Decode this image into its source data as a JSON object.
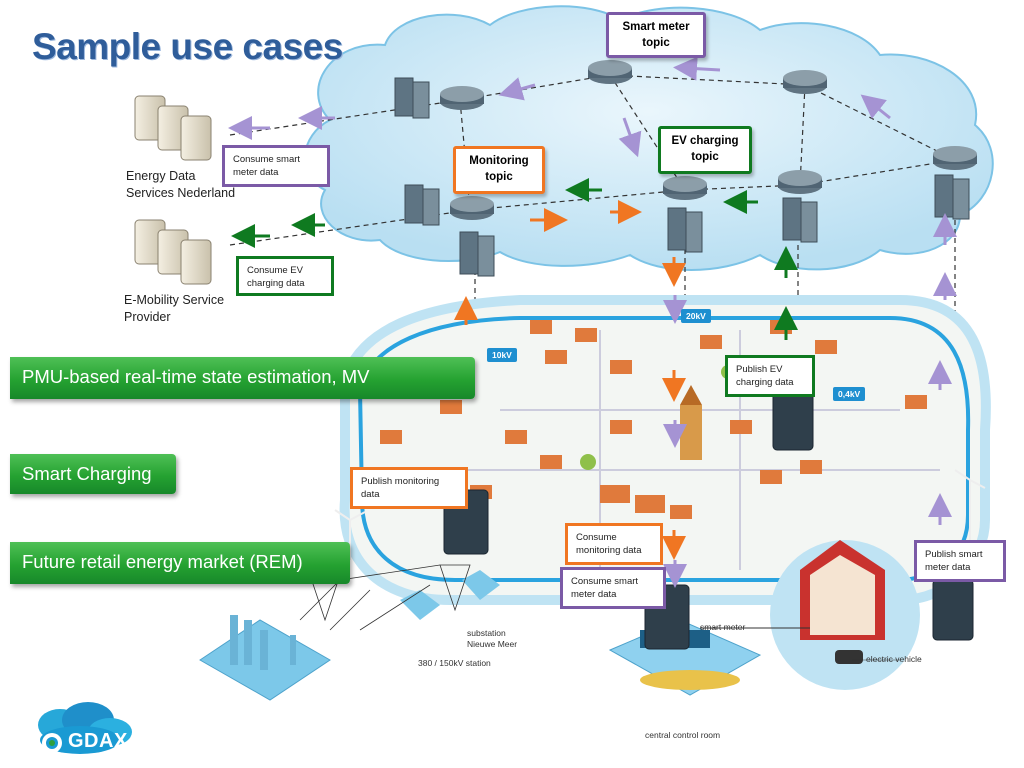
{
  "slide": {
    "title": "Sample use cases"
  },
  "cloud": {
    "topics": [
      {
        "id": "smart-meter-topic",
        "label_line1": "Smart meter",
        "label_line2": "topic",
        "color": "#7b5aa6"
      },
      {
        "id": "monitoring-topic",
        "label_line1": "Monitoring",
        "label_line2": "topic",
        "color": "#f07622"
      },
      {
        "id": "ev-charging-topic",
        "label_line1": "EV charging",
        "label_line2": "topic",
        "color": "#0f7a20"
      }
    ]
  },
  "stakeholders": {
    "energy_data": {
      "line1": "Energy Data",
      "line2": "Services Nederland"
    },
    "emobility": {
      "line1": "E-Mobility Service",
      "line2": "Provider"
    }
  },
  "actions": {
    "consume_smart_meter_top": {
      "line1": "Consume smart",
      "line2": "meter data",
      "color": "#7b5aa6"
    },
    "consume_ev_charging": {
      "line1": "Consume EV",
      "line2": "charging data",
      "color": "#0f7a20"
    },
    "publish_ev_charging": {
      "line1": "Publish EV",
      "line2": "charging data",
      "color": "#0f7a20"
    },
    "publish_monitoring": {
      "line1": "Publish monitoring",
      "line2": "data",
      "color": "#f07622"
    },
    "consume_monitoring": {
      "line1": "Consume",
      "line2": "monitoring data",
      "color": "#f07622"
    },
    "consume_smart_meter_bottom": {
      "line1": "Consume smart",
      "line2": "meter data",
      "color": "#7b5aa6"
    },
    "publish_smart_meter": {
      "line1": "Publish smart",
      "line2": "meter data",
      "color": "#7b5aa6"
    }
  },
  "use_cases": [
    {
      "label": "PMU-based real-time state estimation, MV"
    },
    {
      "label": "Smart Charging"
    },
    {
      "label": "Future retail energy market (REM)"
    }
  ],
  "map": {
    "tag_10kv": "10kV",
    "tag_20kv": "20kV",
    "tag_04kv": "0,4kV",
    "substation_line1": "substation",
    "substation_line2": "Nieuwe Meer",
    "station": "380 / 150kV station",
    "smart_meter": "smart meter",
    "electric_vehicle": "electric vehicle",
    "control_room": "central control room"
  },
  "logo": {
    "text": "GDAX"
  },
  "colors": {
    "purple": "#7b5aa6",
    "green": "#0f7a20",
    "orange": "#f07622",
    "cloud": "#c9e6f5",
    "title": "#2f5d9a"
  }
}
